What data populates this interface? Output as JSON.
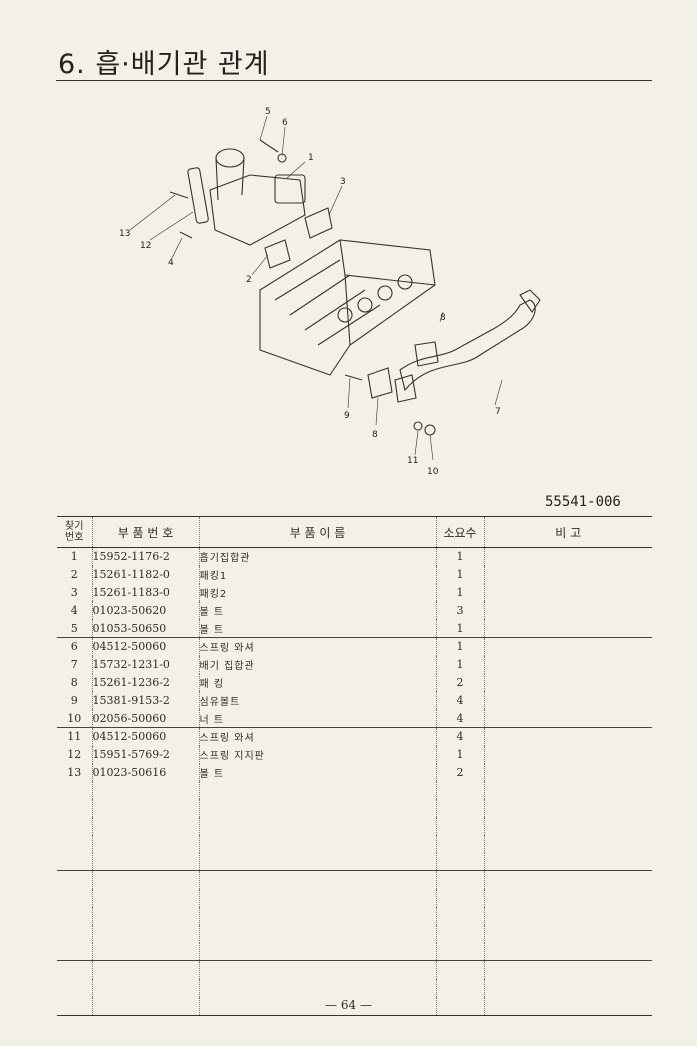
{
  "header": {
    "title": "6. 흡·배기관 관계"
  },
  "figure": {
    "code": "55541-006",
    "callouts": [
      "1",
      "2",
      "3",
      "4",
      "5",
      "6",
      "7",
      "8",
      "8",
      "9",
      "10",
      "11",
      "12",
      "13"
    ]
  },
  "table": {
    "headers": {
      "no": "찾기\n번호",
      "part_no": "부 품 번 호",
      "name": "부 품 이 름",
      "qty": "소요수",
      "remark": "비 고"
    },
    "rows": [
      {
        "no": "1",
        "part_no": "15952-1176-2",
        "name": "흡기집합관",
        "qty": "1",
        "remark": ""
      },
      {
        "no": "2",
        "part_no": "15261-1182-0",
        "name": "패킹1",
        "qty": "1",
        "remark": ""
      },
      {
        "no": "3",
        "part_no": "15261-1183-0",
        "name": "패킹2",
        "qty": "1",
        "remark": ""
      },
      {
        "no": "4",
        "part_no": "01023-50620",
        "name": "볼 트",
        "qty": "3",
        "remark": ""
      },
      {
        "no": "5",
        "part_no": "01053-50650",
        "name": "볼 트",
        "qty": "1",
        "remark": ""
      },
      {
        "no": "6",
        "part_no": "04512-50060",
        "name": "스프링 와셔",
        "qty": "1",
        "remark": ""
      },
      {
        "no": "7",
        "part_no": "15732-1231-0",
        "name": "배기 집합관",
        "qty": "1",
        "remark": ""
      },
      {
        "no": "8",
        "part_no": "15261-1236-2",
        "name": "패 킹",
        "qty": "2",
        "remark": ""
      },
      {
        "no": "9",
        "part_no": "15381-9153-2",
        "name": "심유볼트",
        "qty": "4",
        "remark": ""
      },
      {
        "no": "10",
        "part_no": "02056-50060",
        "name": "너 트",
        "qty": "4",
        "remark": ""
      },
      {
        "no": "11",
        "part_no": "04512-50060",
        "name": "스프링 와셔",
        "qty": "4",
        "remark": ""
      },
      {
        "no": "12",
        "part_no": "15951-5769-2",
        "name": "스프링 지지판",
        "qty": "1",
        "remark": ""
      },
      {
        "no": "13",
        "part_no": "01023-50616",
        "name": "볼 트",
        "qty": "2",
        "remark": ""
      }
    ]
  },
  "footer": {
    "page": "— 64 —"
  }
}
